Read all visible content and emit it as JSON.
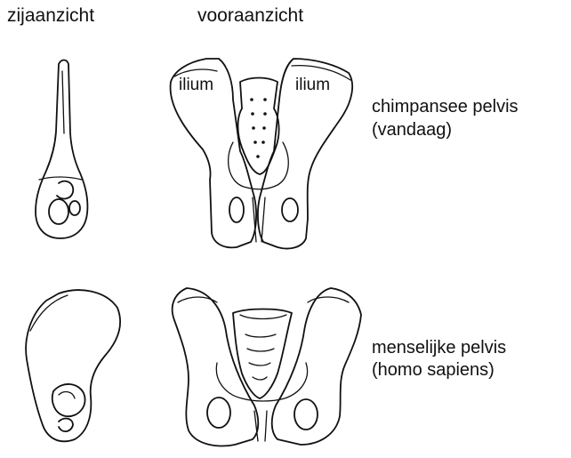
{
  "headers": {
    "side_view": "zijaanzicht",
    "front_view": "vooraanzicht"
  },
  "chimpanzee": {
    "label_line1": "chimpansee pelvis",
    "label_line2": "(vandaag)",
    "ilium_left": "ilium",
    "ilium_right": "ilium"
  },
  "human": {
    "label_line1": "menselijke pelvis",
    "label_line2": "(homo sapiens)"
  }
}
